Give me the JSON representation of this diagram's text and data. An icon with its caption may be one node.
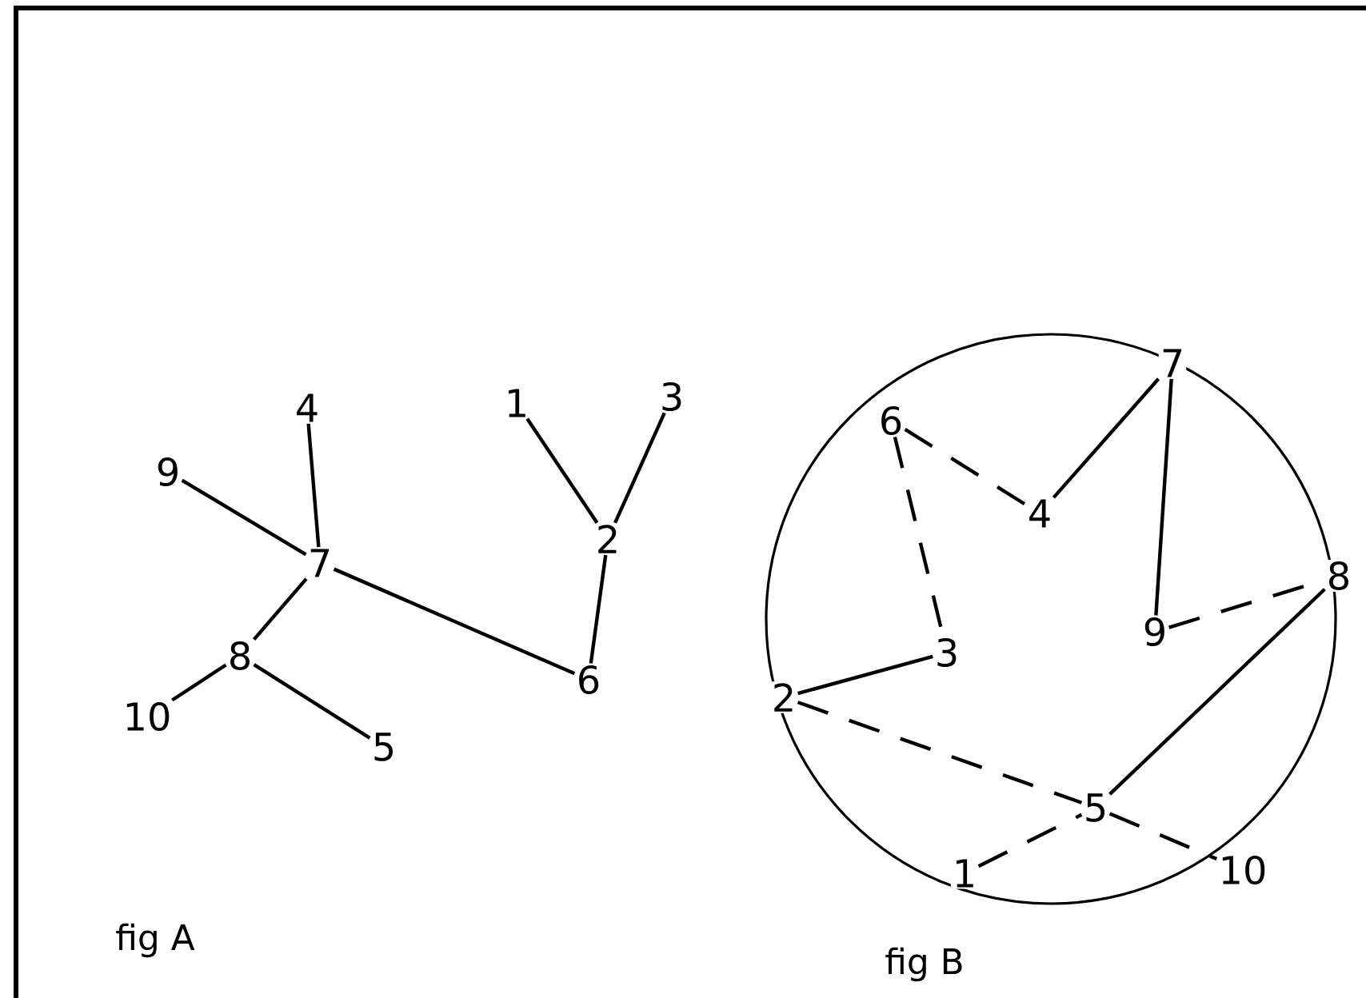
{
  "diagram": {
    "nodes": [
      {
        "text": [
          "1"
        ]
      },
      {
        "text": [
          "2"
        ]
      },
      {
        "text": [
          "3"
        ]
      },
      {
        "text": [
          "4"
        ]
      },
      {
        "text": [
          "5"
        ]
      },
      {
        "text": [
          "6"
        ]
      },
      {
        "text": [
          "7"
        ]
      },
      {
        "text": [
          "8"
        ]
      },
      {
        "text": [
          "9"
        ]
      },
      {
        "text": [
          "10"
        ]
      },
      {
        "text": [
          "1"
        ]
      },
      {
        "text": [
          "2"
        ]
      },
      {
        "text": [
          "3"
        ]
      },
      {
        "text": [
          "4"
        ]
      },
      {
        "text": [
          "5"
        ]
      },
      {
        "text": [
          "6"
        ]
      },
      {
        "text": [
          "7"
        ]
      },
      {
        "text": [
          "8"
        ]
      },
      {
        "text": [
          "9"
        ]
      },
      {
        "text": [
          "10"
        ]
      }
    ],
    "edges": [
      {
        "from": 0,
        "to": 1,
        "arrow": "none"
      },
      {
        "from": 2,
        "to": 1,
        "arrow": "none"
      },
      {
        "from": 1,
        "to": 5,
        "arrow": "none"
      },
      {
        "from": 5,
        "to": 6,
        "arrow": "none"
      },
      {
        "from": 6,
        "to": 3,
        "arrow": "none"
      },
      {
        "from": 6,
        "to": 8,
        "arrow": "none"
      },
      {
        "from": 6,
        "to": 7,
        "arrow": "none"
      },
      {
        "from": 7,
        "to": 9,
        "arrow": "none"
      },
      {
        "from": 7,
        "to": 4,
        "arrow": "none"
      },
      {
        "from": 16,
        "to": 13,
        "arrow": "none"
      },
      {
        "from": 16,
        "to": 18,
        "arrow": "none"
      },
      {
        "from": 15,
        "to": 13,
        "arrow": "none",
        "style": "dashed"
      },
      {
        "from": 15,
        "to": 12,
        "arrow": "none",
        "style": "dashed"
      },
      {
        "from": 18,
        "to": 17,
        "arrow": "none",
        "style": "dashed"
      },
      {
        "from": 17,
        "to": 14,
        "arrow": "none"
      },
      {
        "from": 11,
        "to": 12,
        "arrow": "none"
      },
      {
        "from": 11,
        "to": 14,
        "arrow": "none",
        "style": "dashed"
      },
      {
        "from": 14,
        "to": 19,
        "arrow": "none",
        "style": "dashed"
      },
      {
        "from": 10,
        "to": 14,
        "arrow": "none",
        "style": "dashed"
      }
    ],
    "labels": [
      "fig A",
      "fig B"
    ]
  }
}
